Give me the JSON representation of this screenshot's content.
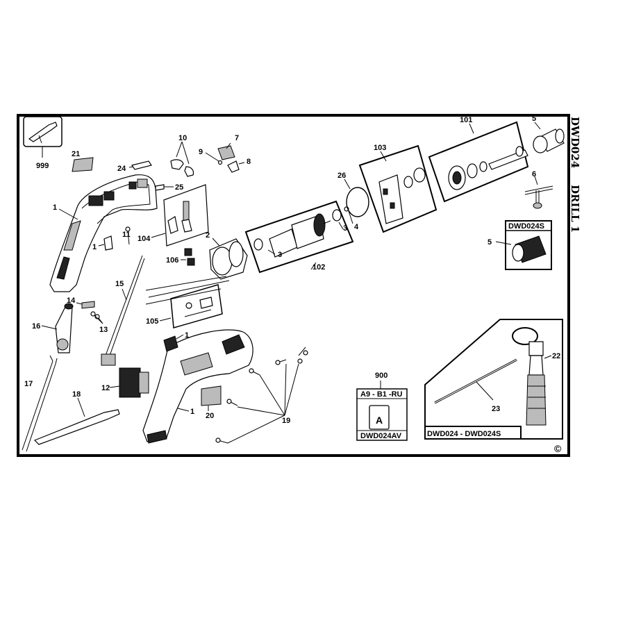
{
  "diagram": {
    "side_title_model": "DWD024",
    "side_title_type": "DRILL 1",
    "copyright": "©",
    "variant_box_label": "DWD024S",
    "accessory_box_label": "DWD024 - DWD024S",
    "manual_code_label": "A9 - B1 -RU",
    "manual_icon_letter": "A",
    "manual_box_label": "DWD024AV",
    "part_numbers": {
      "p999": "999",
      "p21": "21",
      "p24": "24",
      "p25": "25",
      "p1a": "1",
      "p1b": "1",
      "p1c": "1",
      "p1d": "1",
      "p10": "10",
      "p9": "9",
      "p7": "7",
      "p8": "8",
      "p11": "11",
      "p104": "104",
      "p106": "106",
      "p2": "2",
      "p15": "15",
      "p105": "105",
      "p14": "14",
      "p13": "13",
      "p16": "16",
      "p17": "17",
      "p18": "18",
      "p12": "12",
      "p20": "20",
      "p19": "19",
      "p26": "26",
      "p103": "103",
      "p101": "101",
      "p5a": "5",
      "p5b": "5",
      "p6": "6",
      "p3a": "3",
      "p3b": "3",
      "p4": "4",
      "p102": "102",
      "p900": "900",
      "p22": "22",
      "p23": "23"
    }
  }
}
